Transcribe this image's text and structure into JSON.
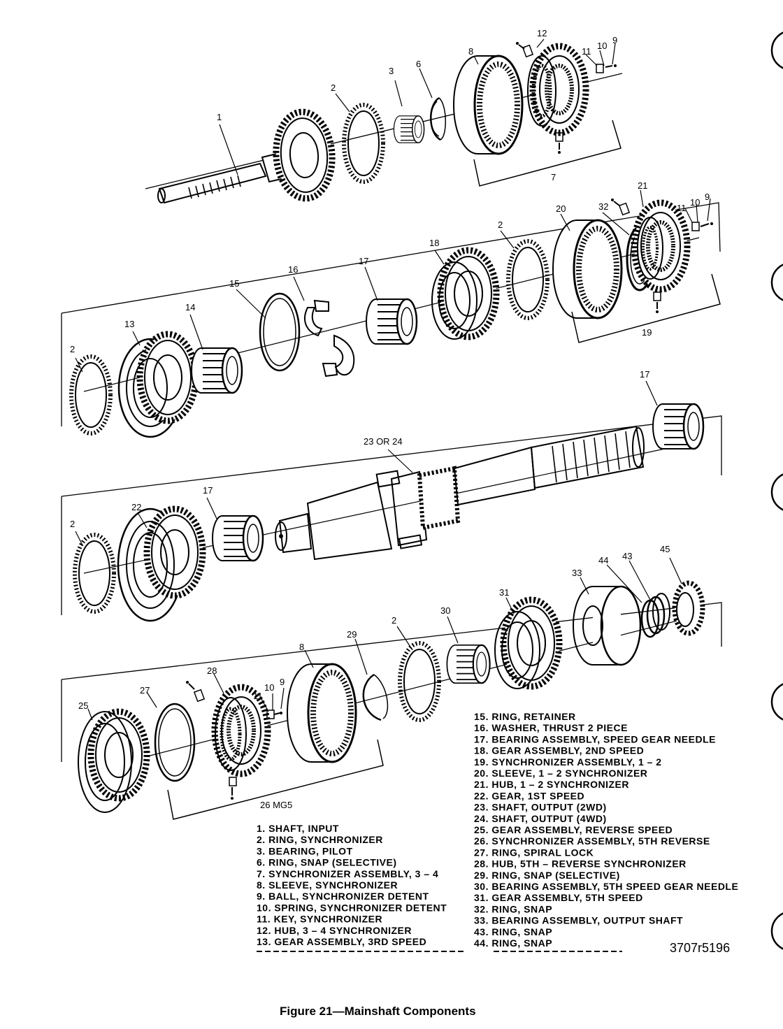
{
  "figure": {
    "caption": "Figure 21—Mainshaft Components",
    "drawing_code": "3707r5196"
  },
  "callouts": [
    {
      "id": "c1-1",
      "label": "1"
    },
    {
      "id": "c1-2",
      "label": "2"
    },
    {
      "id": "c1-3",
      "label": "3"
    },
    {
      "id": "c1-6",
      "label": "6"
    },
    {
      "id": "c1-8",
      "label": "8"
    },
    {
      "id": "c1-12",
      "label": "12"
    },
    {
      "id": "c1-11",
      "label": "11"
    },
    {
      "id": "c1-10",
      "label": "10"
    },
    {
      "id": "c1-9",
      "label": "9"
    },
    {
      "id": "c1-7",
      "label": "7"
    },
    {
      "id": "c2-21",
      "label": "21"
    },
    {
      "id": "c2-20",
      "label": "20"
    },
    {
      "id": "c2-32",
      "label": "32"
    },
    {
      "id": "c2-11",
      "label": "11"
    },
    {
      "id": "c2-10",
      "label": "10"
    },
    {
      "id": "c2-9",
      "label": "9"
    },
    {
      "id": "c2-18",
      "label": "18"
    },
    {
      "id": "c2-2b",
      "label": "2"
    },
    {
      "id": "c2-17",
      "label": "17"
    },
    {
      "id": "c2-16",
      "label": "16"
    },
    {
      "id": "c2-15",
      "label": "15"
    },
    {
      "id": "c2-14",
      "label": "14"
    },
    {
      "id": "c2-13",
      "label": "13"
    },
    {
      "id": "c2-2a",
      "label": "2"
    },
    {
      "id": "c2-19",
      "label": "19"
    },
    {
      "id": "c3-17r",
      "label": "17"
    },
    {
      "id": "c3-23",
      "label": "23 OR 24"
    },
    {
      "id": "c3-22",
      "label": "22"
    },
    {
      "id": "c3-17l",
      "label": "17"
    },
    {
      "id": "c3-2",
      "label": "2"
    },
    {
      "id": "c4-33",
      "label": "33"
    },
    {
      "id": "c4-44",
      "label": "44"
    },
    {
      "id": "c4-43",
      "label": "43"
    },
    {
      "id": "c4-45",
      "label": "45"
    },
    {
      "id": "c4-31",
      "label": "31"
    },
    {
      "id": "c4-30",
      "label": "30"
    },
    {
      "id": "c4-2",
      "label": "2"
    },
    {
      "id": "c4-29",
      "label": "29"
    },
    {
      "id": "c4-8",
      "label": "8"
    },
    {
      "id": "c4-28",
      "label": "28"
    },
    {
      "id": "c4-10",
      "label": "10"
    },
    {
      "id": "c4-9",
      "label": "9"
    },
    {
      "id": "c4-11",
      "label": "11"
    },
    {
      "id": "c4-27",
      "label": "27"
    },
    {
      "id": "c4-25",
      "label": "25"
    },
    {
      "id": "c4-26",
      "label": "26 MG5"
    }
  ],
  "legend_left": [
    "1. SHAFT, INPUT",
    "2. RING, SYNCHRONIZER",
    "3. BEARING, PILOT",
    "6. RING, SNAP (SELECTIVE)",
    "7. SYNCHRONIZER ASSEMBLY, 3 – 4",
    "8. SLEEVE, SYNCHRONIZER",
    "9. BALL, SYNCHRONIZER DETENT",
    "10. SPRING, SYNCHRONIZER DETENT",
    "11. KEY, SYNCHRONIZER",
    "12. HUB, 3 – 4 SYNCHRONIZER",
    "13. GEAR ASSEMBLY, 3RD SPEED"
  ],
  "legend_right": [
    "15. RING, RETAINER",
    "16. WASHER, THRUST 2 PIECE",
    "17. BEARING ASSEMBLY, SPEED GEAR NEEDLE",
    "18. GEAR ASSEMBLY, 2ND SPEED",
    "19. SYNCHRONIZER ASSEMBLY, 1 – 2",
    "20. SLEEVE, 1 – 2 SYNCHRONIZER",
    "21. HUB, 1 – 2 SYNCHRONIZER",
    "22. GEAR, 1ST SPEED",
    "23. SHAFT, OUTPUT (2WD)",
    "24. SHAFT, OUTPUT (4WD)",
    "25. GEAR ASSEMBLY, REVERSE SPEED",
    "26. SYNCHRONIZER ASSEMBLY, 5TH REVERSE",
    "27. RING, SPIRAL LOCK",
    "28. HUB, 5TH – REVERSE SYNCHRONIZER",
    "29. RING, SNAP (SELECTIVE)",
    "30. BEARING ASSEMBLY, 5TH SPEED GEAR NEEDLE",
    "31. GEAR ASSEMBLY, 5TH SPEED",
    "32. RING, SNAP",
    "33. BEARING ASSEMBLY, OUTPUT SHAFT",
    "43. RING, SNAP",
    "44. RING, SNAP"
  ]
}
